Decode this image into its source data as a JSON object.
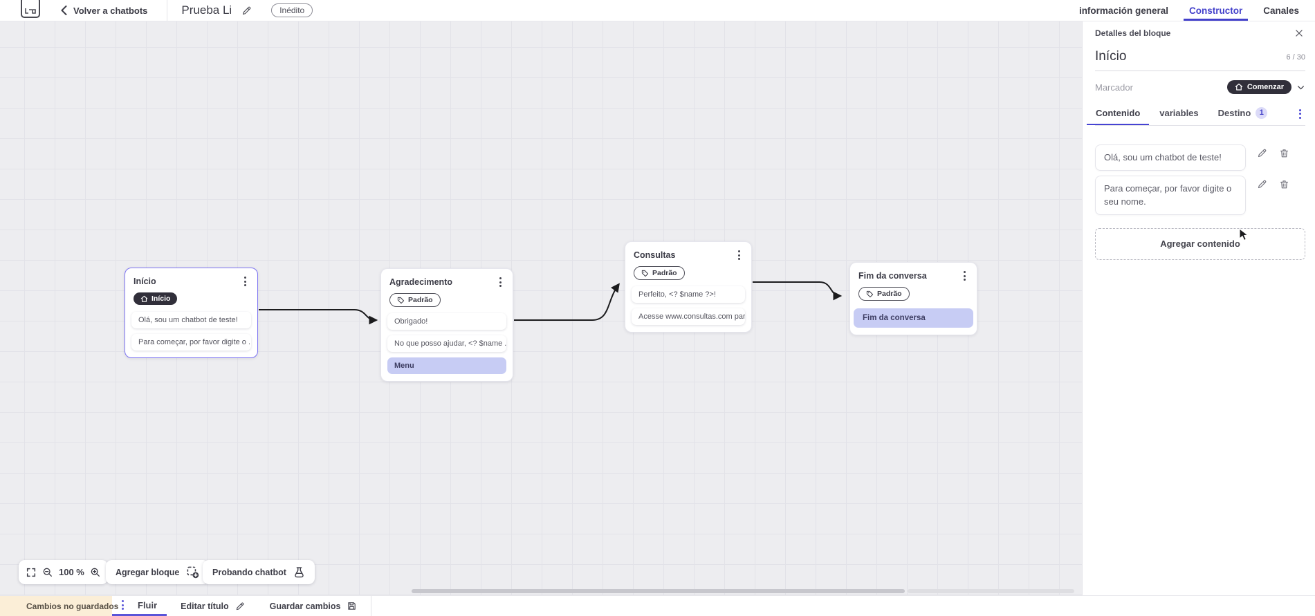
{
  "topbar": {
    "back_label": "Volver a chatbots",
    "title": "Prueba Li",
    "status_badge": "Inédito",
    "tabs": [
      {
        "label": "información general",
        "active": false
      },
      {
        "label": "Constructor",
        "active": true
      },
      {
        "label": "Canales",
        "active": false
      }
    ]
  },
  "panel": {
    "header": "Detalles del bloque",
    "block_name": "Início",
    "char_counter": "6 / 30",
    "marker_label": "Marcador",
    "marker_value": "Comenzar",
    "tabs": {
      "contenido": "Contenido",
      "variables": "variables",
      "destino": "Destino",
      "destino_badge": "1"
    },
    "messages": [
      {
        "text": "Olá, sou um chatbot de teste!"
      },
      {
        "text": "Para começar, por favor digite o seu nome."
      }
    ],
    "add_content_label": "Agregar contenido"
  },
  "canvas": {
    "nodes": [
      {
        "title": "Início",
        "badge": "Início",
        "rows": [
          {
            "text": "Olá, sou um chatbot de teste!"
          },
          {
            "text": "Para começar, por favor digite o ..."
          }
        ]
      },
      {
        "title": "Agradecimento",
        "badge": "Padrão",
        "rows": [
          {
            "text": "Obrigado!"
          },
          {
            "text": "No que posso ajudar, <? $name ..."
          },
          {
            "text": "Menu"
          }
        ]
      },
      {
        "title": "Consultas",
        "badge": "Padrão",
        "rows": [
          {
            "text": "Perfeito, <? $name ?>!"
          },
          {
            "text": "Acesse www.consultas.com par..."
          }
        ]
      },
      {
        "title": "Fim da conversa",
        "badge": "Padrão",
        "rows": [
          {
            "text": "Fim da conversa"
          }
        ]
      }
    ],
    "controls": {
      "zoom_level": "100 %",
      "add_block_label": "Agregar bloque",
      "test_chatbot_label": "Probando chatbot"
    }
  },
  "bottombar": {
    "warning_label": "Cambios no guardados",
    "flow_tab_label": "Fluir",
    "edit_title_label": "Editar título",
    "save_label": "Guardar cambios"
  },
  "colors": {
    "accent": "#4340cb",
    "accent_soft": "#c7ccf4",
    "dark_pill": "#312f3a",
    "selected_node_border": "#7b72f2",
    "warning_bg": "#fbeed7",
    "warning_icon": "#e9b83c",
    "canvas_bg": "#ededf0",
    "edge": "#1b1b1d"
  }
}
